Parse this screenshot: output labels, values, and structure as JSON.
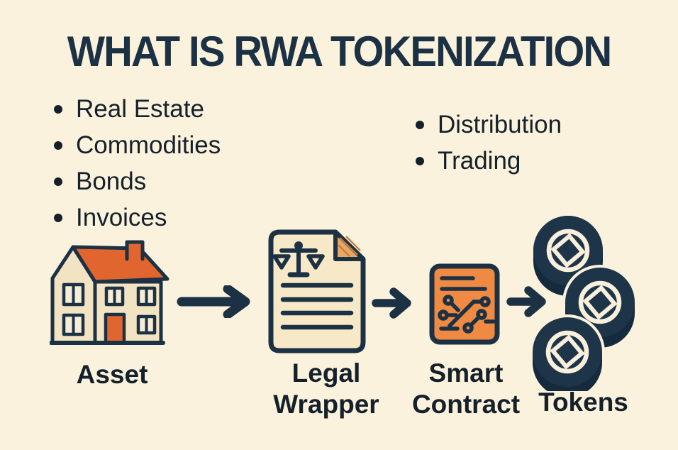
{
  "title": "WHAT IS RWA TOKENIZATION",
  "asset_types": {
    "items": [
      "Real Estate",
      "Commodities",
      "Bonds",
      "Invoices"
    ]
  },
  "token_actions": {
    "items": [
      "Distribution",
      "Trading"
    ]
  },
  "flow": {
    "connector_icon": "arrow-right-icon",
    "steps": [
      {
        "label": "Asset",
        "icon": "house-icon"
      },
      {
        "label": "Legal Wrapper",
        "icon": "legal-document-icon"
      },
      {
        "label": "Smart Contract",
        "icon": "smart-contract-icon"
      },
      {
        "label": "Tokens",
        "icon": "token-coins-icon"
      }
    ]
  },
  "colors": {
    "background": "#FAF2DC",
    "ink": "#1D3144",
    "text": "#15202B",
    "roof_orange": "#E0652E",
    "contract_orange": "#EE8A42",
    "house_wall": "#F2E3C2",
    "paper": "#F7E9C8",
    "fold_orange": "#E8A765",
    "coin_navy": "#1E3448",
    "coin_side_navy": "#152A3C",
    "emblem_cream": "#F8EFDC"
  }
}
